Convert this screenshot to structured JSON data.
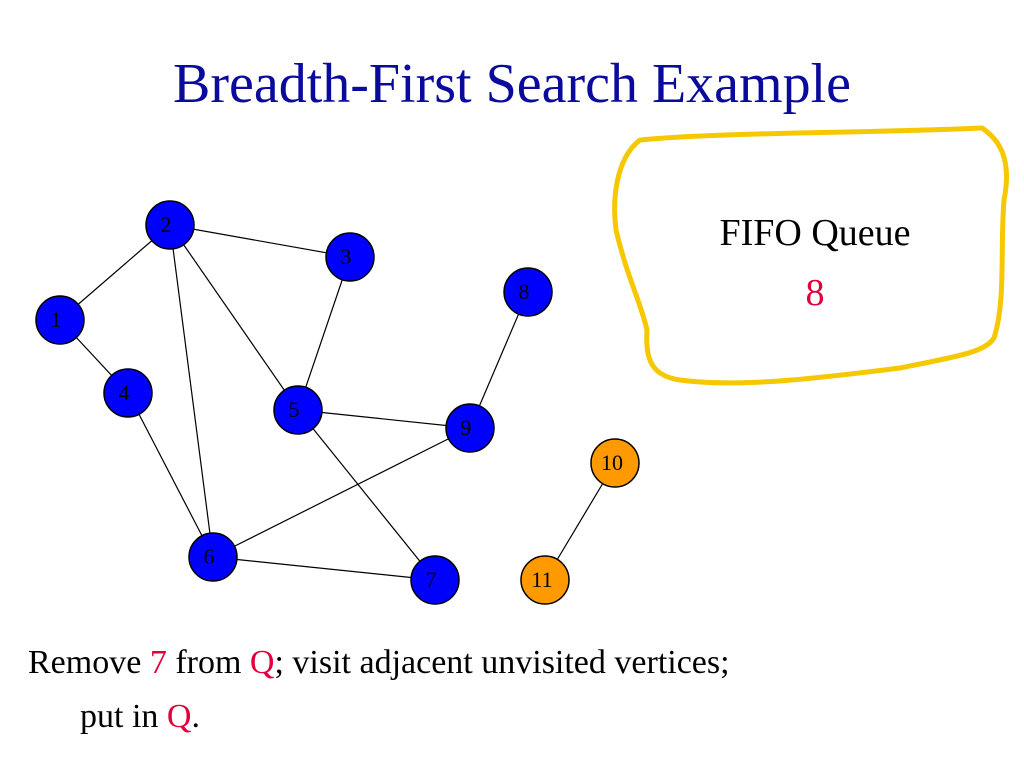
{
  "title": "Breadth-First Search Example",
  "queue": {
    "label": "FIFO Queue",
    "contents": "8",
    "border_color": "#f5c800"
  },
  "colors": {
    "title": "#0a0a9c",
    "visited": "#0000ff",
    "unreached": "#ff9900",
    "highlight": "#e0003a"
  },
  "graph": {
    "nodes": [
      {
        "id": "1",
        "state": "visited"
      },
      {
        "id": "2",
        "state": "visited"
      },
      {
        "id": "3",
        "state": "visited"
      },
      {
        "id": "4",
        "state": "visited"
      },
      {
        "id": "5",
        "state": "visited"
      },
      {
        "id": "6",
        "state": "visited"
      },
      {
        "id": "7",
        "state": "visited"
      },
      {
        "id": "8",
        "state": "visited"
      },
      {
        "id": "9",
        "state": "visited"
      },
      {
        "id": "10",
        "state": "unreached"
      },
      {
        "id": "11",
        "state": "unreached"
      }
    ],
    "edges": [
      [
        "1",
        "2"
      ],
      [
        "1",
        "4"
      ],
      [
        "2",
        "3"
      ],
      [
        "2",
        "5"
      ],
      [
        "2",
        "6"
      ],
      [
        "3",
        "5"
      ],
      [
        "4",
        "6"
      ],
      [
        "5",
        "9"
      ],
      [
        "5",
        "7"
      ],
      [
        "6",
        "9"
      ],
      [
        "6",
        "7"
      ],
      [
        "8",
        "9"
      ],
      [
        "10",
        "11"
      ]
    ]
  },
  "caption": {
    "part1": "Remove ",
    "removed": "7",
    "part2": " from ",
    "queue_name": "Q",
    "part3": "; visit adjacent unvisited vertices;",
    "part4": "put in ",
    "queue_name_2": "Q",
    "part5": "."
  }
}
